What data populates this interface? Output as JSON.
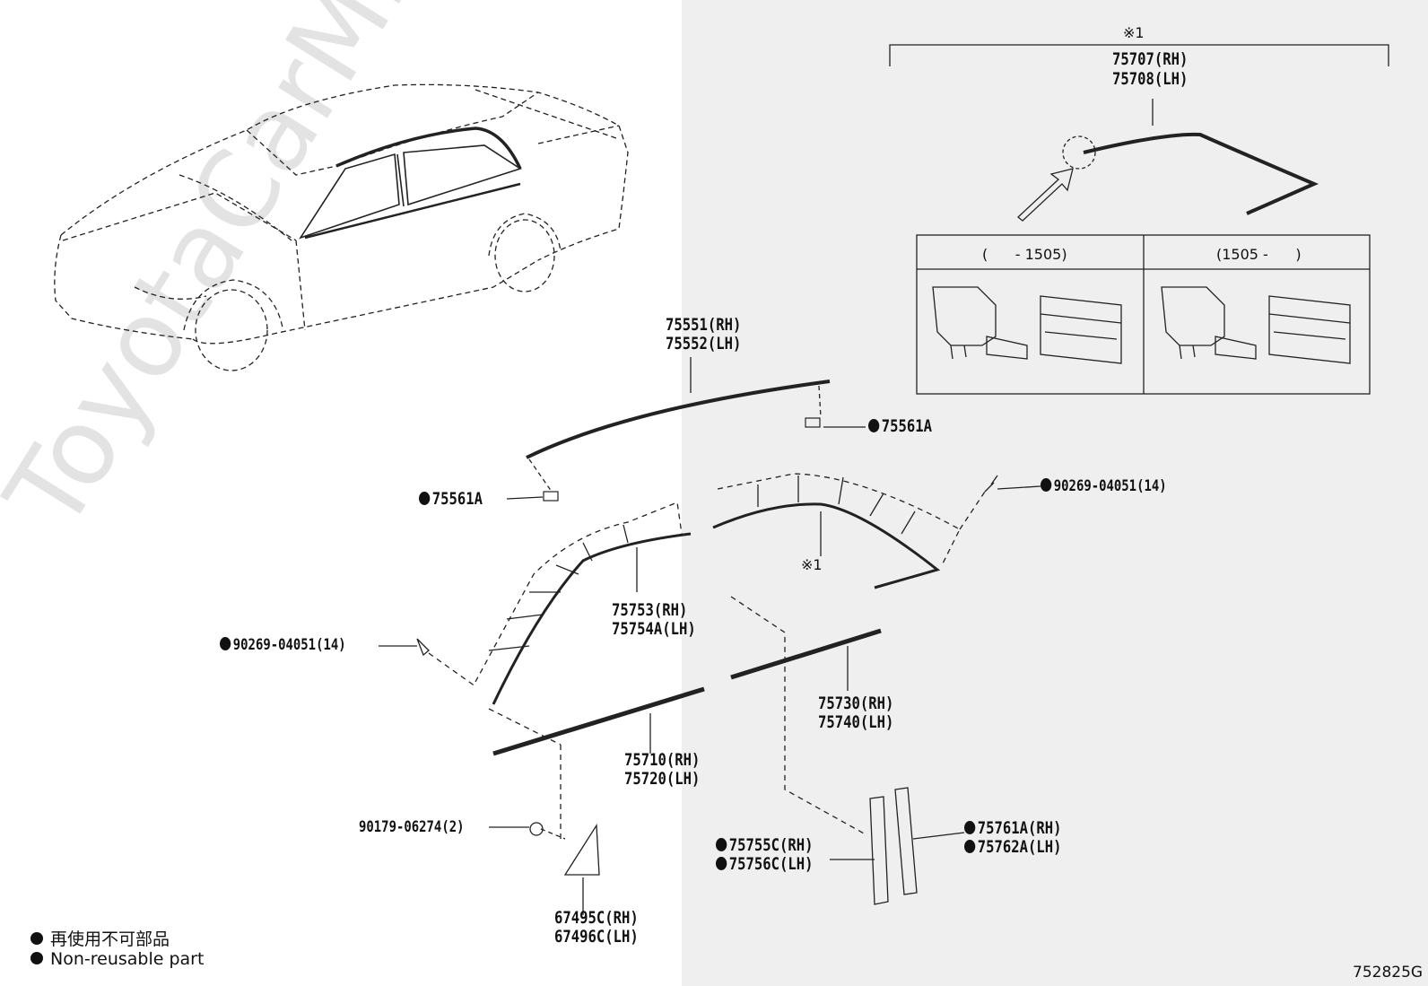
{
  "figure_code": "752825G",
  "watermark": "ToyotaCarMine.ru",
  "inset": {
    "ref_mark": "※1",
    "part_rh": "75707(RH)",
    "part_lh": "75708(LH)",
    "col1_header": "(      - 1505)",
    "col2_header": "(1505 -      )"
  },
  "parts": {
    "p75551": "75551(RH)",
    "p75552": "75552(LH)",
    "p75561a_right": "75561A",
    "p75561a_left": "75561A",
    "p90269_right": "90269-04051(14)",
    "p90269_left": "90269-04051(14)",
    "ref_mark_mid": "※1",
    "p75753": "75753(RH)",
    "p75754a": "75754A(LH)",
    "p75730": "75730(RH)",
    "p75740": "75740(LH)",
    "p75710": "75710(RH)",
    "p75720": "75720(LH)",
    "p90179": "90179-06274(2)",
    "p75755c": "75755C(RH)",
    "p75756c": "75756C(LH)",
    "p75761a": "75761A(RH)",
    "p75762a": "75762A(LH)",
    "p67495c": "67495C(RH)",
    "p67496c": "67496C(LH)"
  },
  "legend": {
    "line_jp": "再使用不可部品",
    "line_en": "Non-reusable part"
  }
}
